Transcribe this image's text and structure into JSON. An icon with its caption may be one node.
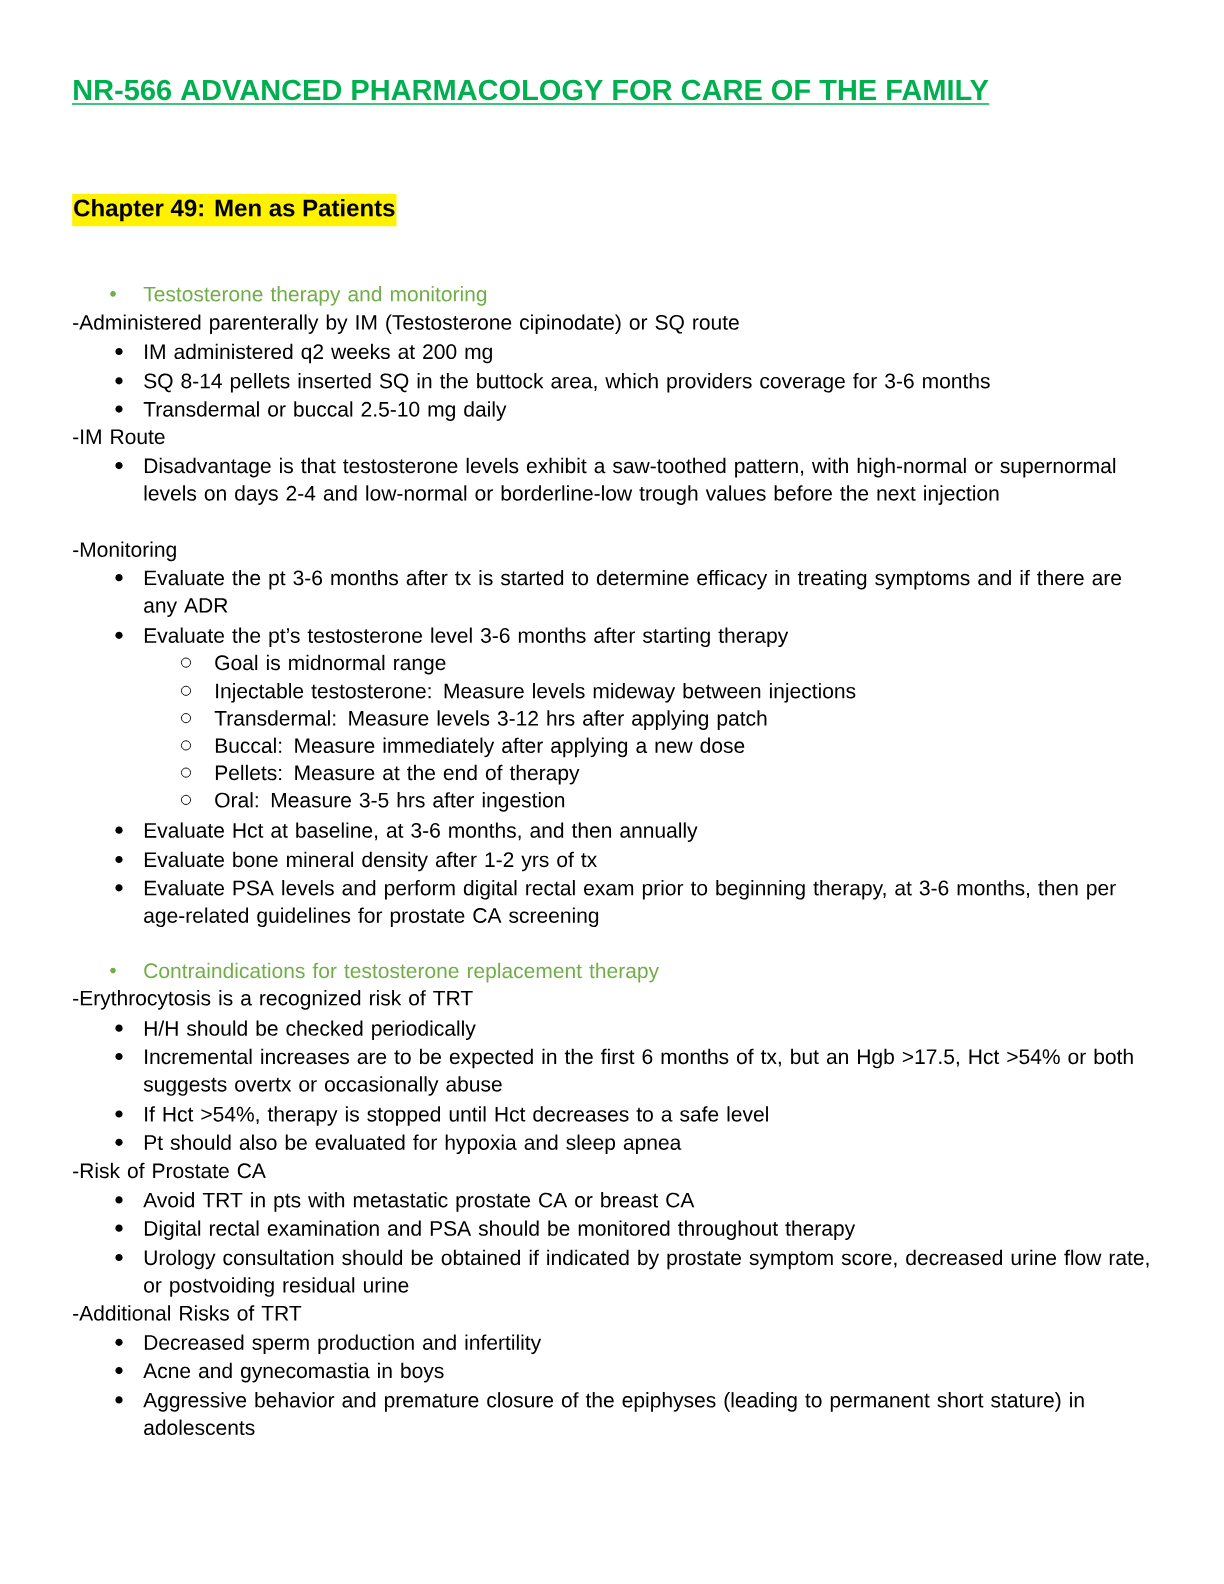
{
  "diagram": {
    "title": "NR-566 ADVANCED PHARMACOLOGY FOR CARE OF THE FAMILY",
    "nodes": [
      {
        "text": [
          "Chapter 49: Men as Patients"
        ]
      }
    ],
    "labels": [
      "Testosterone therapy and monitoring",
      "-Administered parenterally by IM (Testosterone cipinodate) or SQ route",
      "IM administered q2 weeks at 200 mg",
      "SQ 8-14 pellets inserted SQ in the buttock area, which providers coverage for 3-6 months",
      "Transdermal or buccal 2.5-10 mg daily",
      "-IM Route",
      "Disadvantage is that testosterone levels exhibit a saw-toothed pattern, with high-normal or supernormal levels on days 2-4 and low-normal or borderline-low trough values before the next injection",
      "-Monitoring",
      "Evaluate the pt 3-6 months after tx is started to determine efficacy in treating symptoms and if there are any ADR",
      "Evaluate the pt’s testosterone level 3-6 months after starting therapy",
      "Goal is midnormal range",
      "Injectable testosterone: Measure levels mideway between injections",
      "Transdermal: Measure levels 3-12 hrs after applying patch",
      "Buccal: Measure immediately after applying a new dose",
      "Pellets: Measure at the end of therapy",
      "Oral: Measure 3-5 hrs after ingestion",
      "Evaluate Hct at baseline, at 3-6 months, and then annually",
      "Evaluate bone mineral density after 1-2 yrs of tx",
      "Evaluate PSA levels and perform digital rectal exam prior to beginning therapy, at 3-6 months, then per age-related guidelines for prostate CA screening",
      "Contraindications for testosterone replacement therapy",
      "-Erythrocytosis is a recognized risk of TRT",
      "H/H should be checked periodically",
      "Incremental increases are to be expected in the first 6 months of tx, but an Hgb >17.5, Hct >54% or both suggests overtx or occasionally abuse",
      "If Hct >54%, therapy is stopped until Hct decreases to a safe level",
      "Pt should also be evaluated for hypoxia and sleep apnea",
      "-Risk of Prostate CA",
      "Avoid TRT in pts with metastatic prostate CA or breast CA",
      "Digital rectal examination and PSA should be monitored throughout therapy",
      "Urology consultation should be obtained if indicated by prostate symptom score, decreased urine flow rate, or postvoiding residual urine",
      "-Additional Risks of TRT",
      "Decreased sperm production and infertility",
      "Acne and gynecomastia in boys",
      "Aggressive behavior and premature closure of the epiphyses (leading to permanent short stature) in adolescents"
    ]
  }
}
